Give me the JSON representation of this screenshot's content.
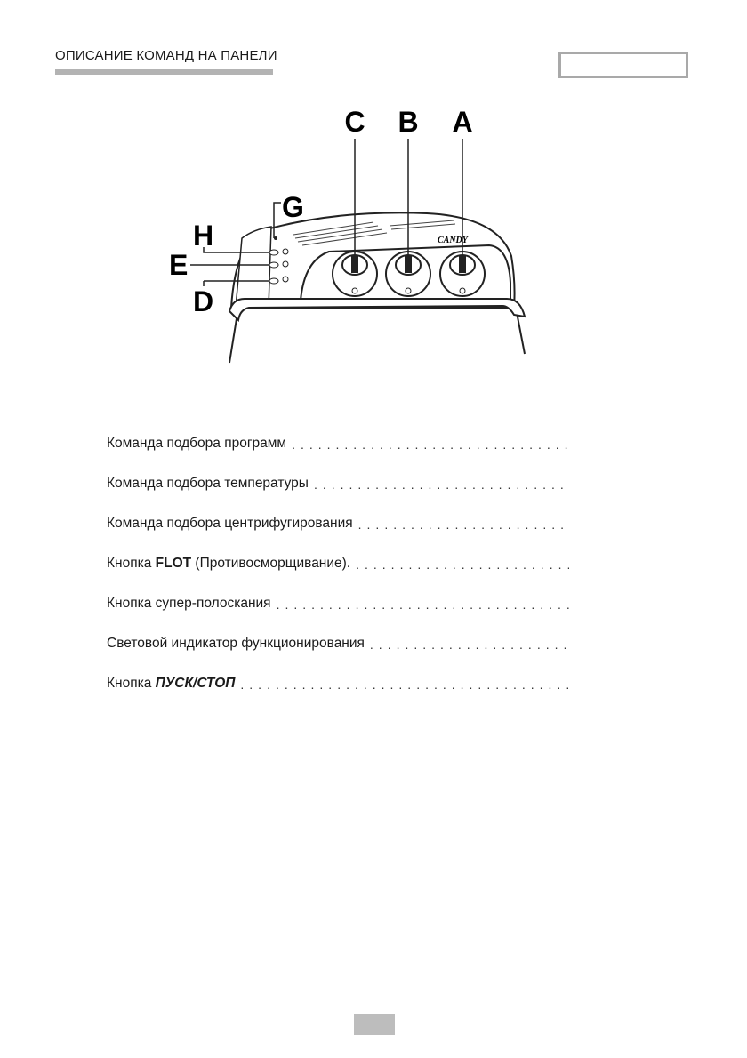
{
  "header": {
    "title": "ОПИСАНИЕ КОМАНД НА ПАНЕЛИ"
  },
  "diagram": {
    "letters": {
      "a": "A",
      "b": "B",
      "c": "C",
      "d": "D",
      "e": "E",
      "g": "G",
      "h": "H"
    },
    "brand": "CANDY"
  },
  "legend": {
    "items": [
      {
        "prefix": "Команда подбора программ",
        "emph": "",
        "suffix": ""
      },
      {
        "prefix": "Команда подбора температуры",
        "emph": "",
        "suffix": ""
      },
      {
        "prefix": "Команда подбора центрифугирования",
        "emph": "",
        "suffix": ""
      },
      {
        "prefix": "Кнопка ",
        "emph": "FLOT",
        "suffix": " (Противосморщивание)."
      },
      {
        "prefix": "Кнопка супер-полоскания",
        "emph": "",
        "suffix": ""
      },
      {
        "prefix": "Световой индикатор функционирования",
        "emph": "",
        "suffix": ""
      },
      {
        "prefix": "Кнопка ",
        "emph": "ПУСК/СТОП",
        "suffix": ""
      }
    ]
  }
}
